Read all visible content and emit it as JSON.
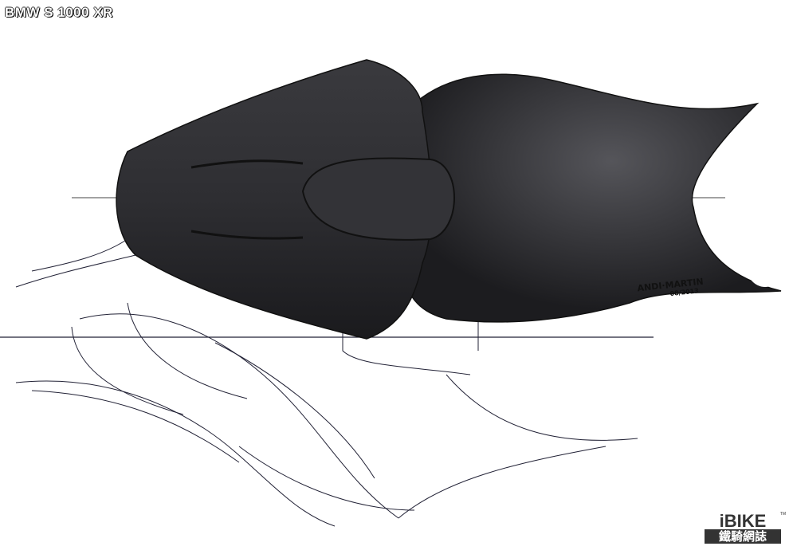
{
  "title": "BMW S 1000 XR",
  "signature": {
    "name": "ANDI·MARTIN",
    "date": "08/2013"
  },
  "watermark": {
    "brand": "iBIKE",
    "chinese": "鐵騎網誌",
    "tm": "TM"
  }
}
